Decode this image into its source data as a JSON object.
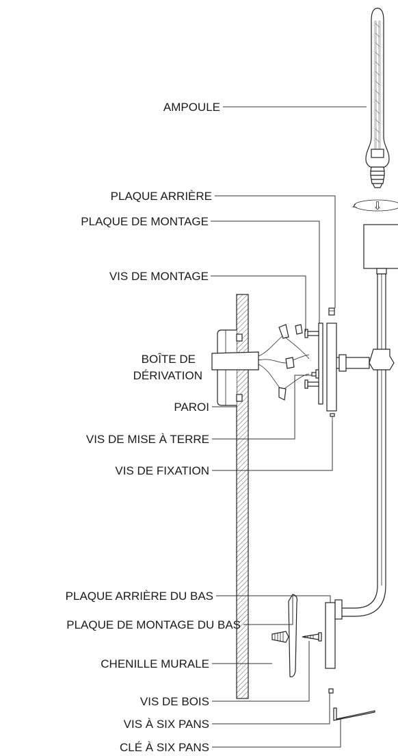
{
  "labels": {
    "ampoule": "AMPOULE",
    "plaque_arriere": "PLAQUE ARRIÈRE",
    "plaque_de_montage": "PLAQUE DE MONTAGE",
    "vis_de_montage": "VIS DE MONTAGE",
    "boite_de_derivation_line1": "BOÎTE DE",
    "boite_de_derivation_line2": "DÉRIVATION",
    "paroi": "PAROI",
    "vis_de_mise_a_terre": "VIS DE MISE À TERRE",
    "vis_de_fixation": "VIS DE FIXATION",
    "plaque_arriere_du_bas": "PLAQUE ARRIÈRE DU BAS",
    "plaque_de_montage_du_bas": "PLAQUE DE MONTAGE DU BAS",
    "chenille_murale": "CHENILLE MURALE",
    "vis_de_bois": "VIS DE BOIS",
    "vis_a_six_pans": "VIS À SIX PANS",
    "cle_a_six_pans": "CLÉ À SIX PANS"
  },
  "icons": {
    "rotate_arrow": "⇩"
  },
  "colors": {
    "line": "#222222",
    "text": "#1a1a1a",
    "background": "#ffffff"
  }
}
